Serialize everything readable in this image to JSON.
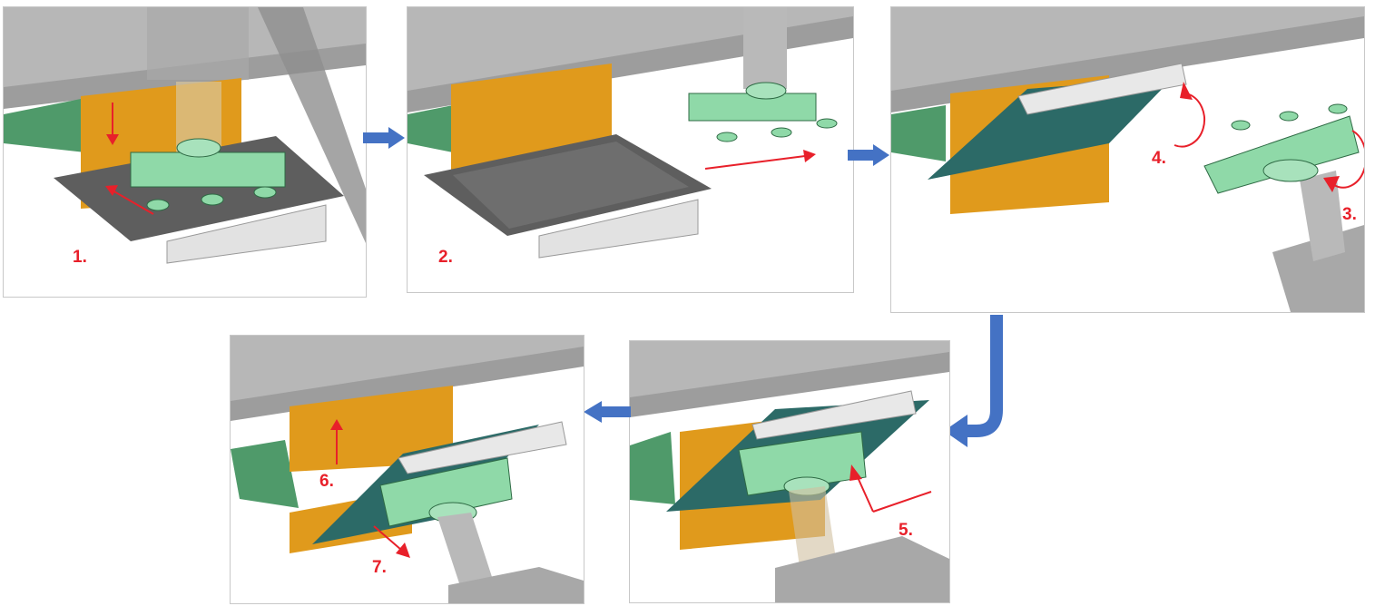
{
  "steps": {
    "s1": "1.",
    "s2": "2.",
    "s3": "3.",
    "s4": "4.",
    "s5": "5.",
    "s6": "6.",
    "s7": "7."
  },
  "colors": {
    "frame": "#b7b7b7",
    "frame_dark": "#8e8e8e",
    "orange": "#e09a1c",
    "gripper": "#8fd9a8",
    "gripper_dark": "#4f9a6a",
    "plate_dark": "#5e5e5e",
    "plate_teal": "#2c6a67",
    "rail": "#dcdcdc",
    "cylinder": "#b9b9b9",
    "arrow_red": "#e8202a",
    "flow_blue": "#4472c4"
  }
}
